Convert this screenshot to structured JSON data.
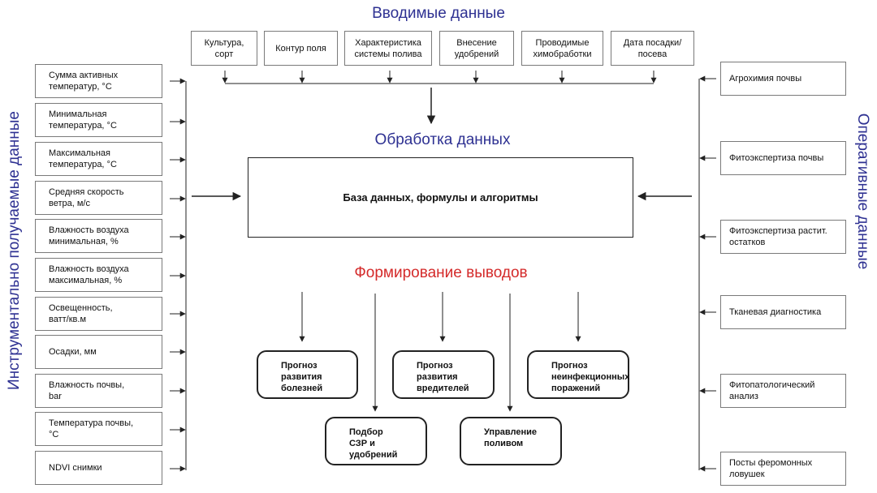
{
  "colors": {
    "blue": "#2e3192",
    "red": "#d42a2a",
    "line": "#222222",
    "box_border": "#7a7a7a"
  },
  "titles": {
    "input": "Вводимые данные",
    "processing": "Обработка данных",
    "output": "Формирование выводов",
    "instrumental": "Инструментально получаемые данные",
    "operative": "Оперативные данные"
  },
  "input_boxes": [
    "Культура,\nсорт",
    "Контур поля",
    "Характеристика\nсистемы полива",
    "Внесение\nудобрений",
    "Проводимые\nхимобработки",
    "Дата посадки/\nпосева"
  ],
  "left_boxes": [
    "Сумма активных\nтемператур, °С",
    "Минимальная\nтемпература, °С",
    "Максимальная\nтемпература, °С",
    "Средняя скорость\nветра, м/с",
    "Влажность воздуха\nминимальная, %",
    "Влажность воздуха\nмаксимальная, %",
    "Освещенность,\nватт/кв.м",
    "Осадки, мм",
    "Влажность почвы,\nbar",
    "Температура почвы,\n°С",
    "NDVI снимки"
  ],
  "right_boxes": [
    "Агрохимия почвы",
    "Фитоэкспертиза почвы",
    "Фитоэкспертиза растит.\nостатков",
    "Тканевая диагностика",
    "Фитопатологический\nанализ",
    "Посты феромонных\nловушек"
  ],
  "database": "База данных, формулы и алгоритмы",
  "outputs": [
    "Прогноз\nразвития\nболезней",
    "Прогноз\nразвития\nвредителей",
    "Прогноз\nнеинфекционных\nпоражений",
    "Подбор\nСЗР и удобрений",
    "Управление\nполивом"
  ]
}
